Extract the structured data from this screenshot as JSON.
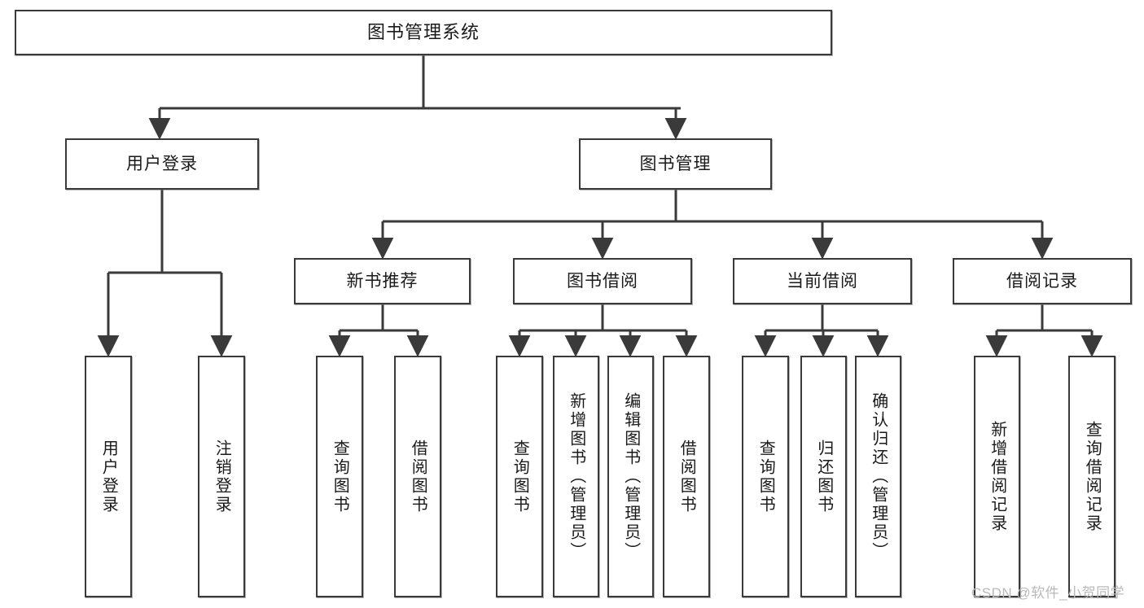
{
  "diagram": {
    "type": "tree",
    "title": "图书管理系统",
    "orientation": "top-down",
    "line_color": "#3a3a3a",
    "box_fill": "#ffffff",
    "text_color": "#1a1a1a"
  },
  "nodes": {
    "root": {
      "label": "图书管理系统"
    },
    "level2": [
      {
        "label": "用户登录"
      },
      {
        "label": "图书管理"
      }
    ],
    "level3": [
      {
        "label": "新书推荐"
      },
      {
        "label": "图书借阅"
      },
      {
        "label": "当前借阅"
      },
      {
        "label": "借阅记录"
      }
    ],
    "leaves": {
      "user_login": [
        {
          "label": "用户登录"
        },
        {
          "label": "注销登录"
        }
      ],
      "new_book": [
        {
          "label": "查询图书"
        },
        {
          "label": "借阅图书"
        }
      ],
      "book_borrow": [
        {
          "label": "查询图书"
        },
        {
          "label": "新增图书（管理员）"
        },
        {
          "label": "编辑图书（管理员）"
        },
        {
          "label": "借阅图书"
        }
      ],
      "current_borrow": [
        {
          "label": "查询图书"
        },
        {
          "label": "归还图书"
        },
        {
          "label": "确认归还（管理员）"
        }
      ],
      "borrow_record": [
        {
          "label": "新增借阅记录"
        },
        {
          "label": "查询借阅记录"
        }
      ]
    }
  },
  "watermark": {
    "text": "CSDN @软件_小贺同学"
  }
}
